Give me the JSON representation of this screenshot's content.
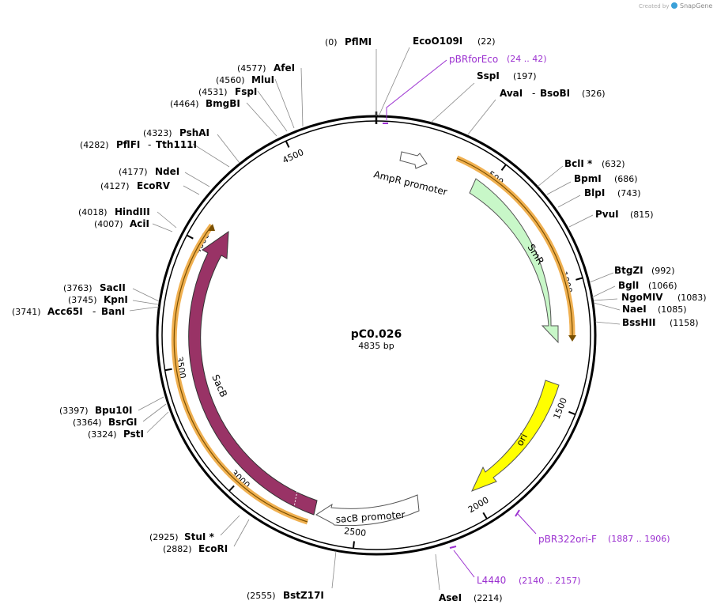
{
  "credit": {
    "created_by": "Created by",
    "brand": "SnapGene"
  },
  "plasmid": {
    "name": "pC0.026",
    "length": "4835 bp"
  },
  "ticks": [
    "500",
    "1000",
    "1500",
    "2000",
    "2500",
    "3000",
    "3500",
    "4000",
    "4500"
  ],
  "sites": {
    "pfimi": {
      "pos": "(0)",
      "name": "PflMI"
    },
    "eco0109i": {
      "name": "EcoO109I",
      "pos": "(22)"
    },
    "sspi": {
      "name": "SspI",
      "pos": "(197)"
    },
    "avai": {
      "name": "AvaI",
      "sep": "-",
      "name2": "BsoBI",
      "pos": "(326)"
    },
    "bcli": {
      "name": "BclI *",
      "pos": "(632)"
    },
    "bpmi": {
      "name": "BpmI",
      "pos": "(686)"
    },
    "blpi": {
      "name": "BlpI",
      "pos": "(743)"
    },
    "pvui": {
      "name": "PvuI",
      "pos": "(815)"
    },
    "btgzi": {
      "name": "BtgZI",
      "pos": "(992)"
    },
    "bgli": {
      "name": "BglI",
      "pos": "(1066)"
    },
    "ngomiv": {
      "name": "NgoMIV",
      "pos": "(1083)"
    },
    "naei": {
      "name": "NaeI",
      "pos": "(1085)"
    },
    "bsshii": {
      "name": "BssHII",
      "pos": "(1158)"
    },
    "asei": {
      "name": "AseI",
      "pos": "(2214)"
    },
    "bstz17i": {
      "pos": "(2555)",
      "name": "BstZ17I"
    },
    "stui": {
      "pos": "(2925)",
      "name": "StuI *"
    },
    "ecori": {
      "pos": "(2882)",
      "name": "EcoRI"
    },
    "psti": {
      "pos": "(3324)",
      "name": "PstI"
    },
    "bsrgi": {
      "pos": "(3364)",
      "name": "BsrGI"
    },
    "bpu10i": {
      "pos": "(3397)",
      "name": "Bpu10I"
    },
    "acc65i": {
      "pos": "(3741)",
      "name": "Acc65I",
      "sep": "-",
      "name2": "BanI"
    },
    "kpni": {
      "pos": "(3745)",
      "name": "KpnI"
    },
    "sacii": {
      "pos": "(3763)",
      "name": "SacII"
    },
    "acii": {
      "pos": "(4007)",
      "name": "AciI"
    },
    "hindiii": {
      "pos": "(4018)",
      "name": "HindIII"
    },
    "ecorv": {
      "pos": "(4127)",
      "name": "EcoRV"
    },
    "ndei": {
      "pos": "(4177)",
      "name": "NdeI"
    },
    "pfifi": {
      "pos": "(4282)",
      "name": "PflFI",
      "sep": "-",
      "name2": "Tth111I"
    },
    "pshai": {
      "pos": "(4323)",
      "name": "PshAI"
    },
    "bmgbi": {
      "pos": "(4464)",
      "name": "BmgBI"
    },
    "fspi": {
      "pos": "(4531)",
      "name": "FspI"
    },
    "mlui": {
      "pos": "(4560)",
      "name": "MluI"
    },
    "afei": {
      "pos": "(4577)",
      "name": "AfeI"
    }
  },
  "primers": {
    "pbrforeco": {
      "name": "pBRforEco",
      "range": "(24 .. 42)"
    },
    "pbr322ori": {
      "name": "pBR322ori-F",
      "range": "(1887 .. 1906)"
    },
    "l4440": {
      "name": "L4440",
      "range": "(2140 .. 2157)"
    }
  },
  "features": {
    "ampr_promoter": "AmpR promoter",
    "smr": "SmR",
    "ori": "ori",
    "sacb_promoter": "sacB promoter",
    "sacb": "SacB"
  },
  "colors": {
    "primer": "#9b30d0",
    "smr": "#c8f7c8",
    "ori": "#ffff00",
    "sacb": "#993366",
    "orf_highlight": "#f0b050",
    "backbone": "#000000"
  }
}
